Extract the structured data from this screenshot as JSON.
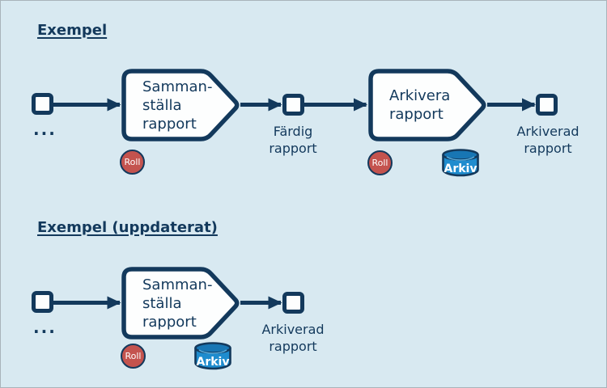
{
  "slide": {
    "colors": {
      "background": "#d8e9f1",
      "ink": "#13395c",
      "shape_fill": "#fdfefe",
      "role_badge_fill": "#c4534e",
      "archive_body_fill": "#1f8cce",
      "archive_top_fill": "#1876b4",
      "badge_text": "#ffffff"
    }
  },
  "badges": {
    "role": "Roll",
    "archive": "Arkiv"
  },
  "sections": [
    {
      "title": "Exempel",
      "ellipsis": "...",
      "task_compile": "Samman-\nställa\nrapport",
      "label_done": "Färdig\nrapport",
      "task_archive": "Arkivera\nrapport",
      "label_archived": "Arkiverad\nrapport"
    },
    {
      "title": "Exempel (uppdaterat)",
      "ellipsis": "...",
      "task_compile": "Samman-\nställa\nrapport",
      "label_archived": "Arkiverad\nrapport"
    }
  ]
}
